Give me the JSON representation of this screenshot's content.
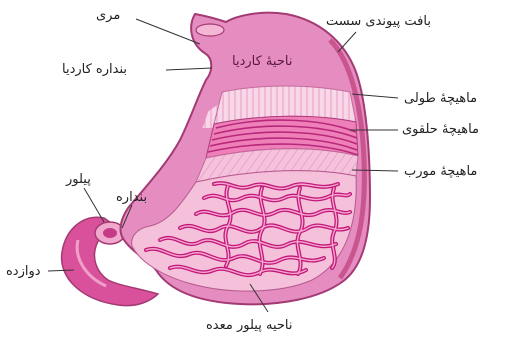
{
  "labels": {
    "esophagus": "مری",
    "cardiac_sphincter": "بنداره کاردیا",
    "cardiac_region": "ناحیهٔ کاردیا",
    "loose_connective_tissue": "بافت پیوندی سست",
    "longitudinal_muscle": "ماهیچهٔ طولی",
    "circular_muscle": "ماهیچهٔ حلقوی",
    "oblique_muscle": "ماهیچهٔ مورب",
    "pylorus": "پیلور",
    "sphincter": "بنداره",
    "duodenum": "دوازده",
    "pyloric_region": "ناحیه پیلور معده"
  },
  "colors": {
    "outer_wall": "#e58cc0",
    "outline": "#a43a74",
    "serosa": "#c9558f",
    "longitudinal_band": "#f6cfe2",
    "circular_band": "#ee7fb8",
    "oblique_band": "#f3b6d4",
    "inner_lining": "#f4c0da",
    "rugae": "#c2187a",
    "rugae_core": "#f7a8cf",
    "duodenum": "#d9519a",
    "leader_line": "#333333"
  }
}
